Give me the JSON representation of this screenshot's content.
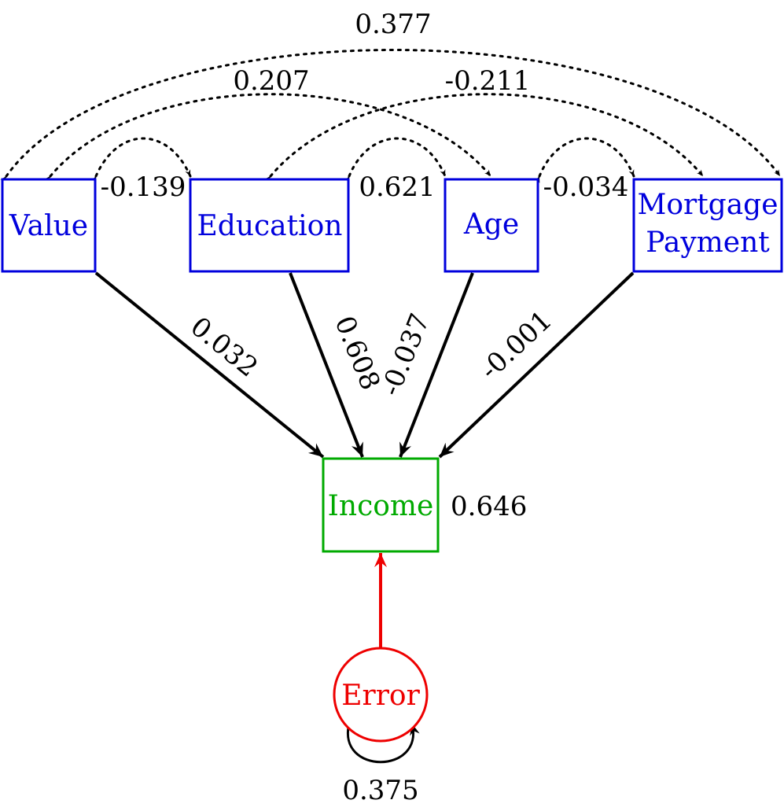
{
  "nodes": {
    "value": "Value",
    "education": "Education",
    "age": "Age",
    "mortgage_line1": "Mortgage",
    "mortgage_line2": "Payment",
    "income": "Income",
    "error": "Error"
  },
  "paths": {
    "value_income": "0.032",
    "education_income": "0.608",
    "age_income": "-0.037",
    "mortgage_income": "-0.001",
    "error_income": ""
  },
  "covariances": {
    "value_mortgage": "0.377",
    "value_age": "0.207",
    "education_mortgage": "-0.211",
    "value_education": "-0.139",
    "education_age": "0.621",
    "age_mortgage": "-0.034"
  },
  "r_squared": {
    "income": "0.646"
  },
  "variance": {
    "error": "0.375"
  },
  "colors": {
    "exogenous": "#0000dd",
    "endogenous": "#00aa00",
    "error": "#ee0000",
    "edge": "#000000"
  }
}
